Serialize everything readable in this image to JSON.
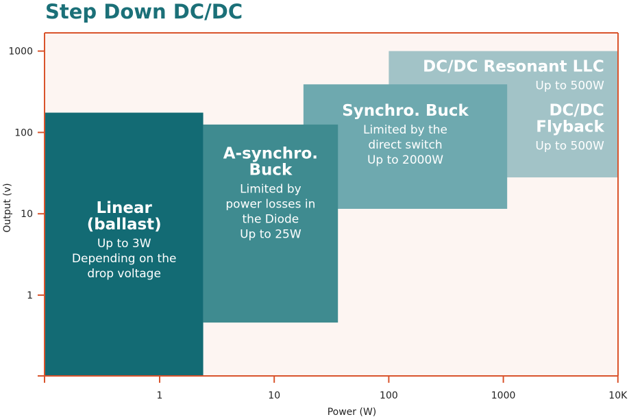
{
  "title": "Step Down DC/DC",
  "colors": {
    "background": "#fdf5f2",
    "axis": "#d9532b",
    "title": "#1b7078"
  },
  "chart_data": {
    "type": "diagram-regions",
    "xlabel": "Power (W)",
    "ylabel": "Output (v)",
    "xscale": "log",
    "yscale": "log",
    "xlim": [
      0.1,
      10000
    ],
    "ylim": [
      0.1,
      1500
    ],
    "x_ticks": [
      {
        "value": 1,
        "label": "1"
      },
      {
        "value": 10,
        "label": "10"
      },
      {
        "value": 100,
        "label": "100"
      },
      {
        "value": 1000,
        "label": "1000"
      },
      {
        "value": 10000,
        "label": "10K"
      }
    ],
    "y_ticks": [
      {
        "value": 1,
        "label": "1"
      },
      {
        "value": 10,
        "label": "10"
      },
      {
        "value": 100,
        "label": "100"
      },
      {
        "value": 1000,
        "label": "1000"
      }
    ],
    "regions": [
      {
        "name": "dcdc-resonant-llc",
        "color": "#a2c3c7",
        "x": [
          100,
          10000
        ],
        "y": [
          28,
          1000
        ],
        "align": "right",
        "blocks": [
          {
            "title": [
              "DC/DC Resonant LLC"
            ],
            "text": [
              "Up to 500W"
            ]
          },
          {
            "title": [
              "DC/DC",
              "Flyback"
            ],
            "text": [
              "Up to 500W"
            ]
          }
        ]
      },
      {
        "name": "synchro-buck",
        "color": "#6ea9af",
        "x": [
          18,
          1080
        ],
        "y": [
          11.5,
          390
        ],
        "align": "center",
        "blocks": [
          {
            "title": [
              "Synchro. Buck"
            ],
            "text": [
              "Limited by the",
              "direct switch",
              "Up to 2000W"
            ]
          }
        ]
      },
      {
        "name": "a-synchro-buck",
        "color": "#3f8b90",
        "x": [
          2.4,
          36
        ],
        "y": [
          0.46,
          125
        ],
        "align": "center",
        "blocks": [
          {
            "title": [
              "A-synchro.",
              "Buck"
            ],
            "text": [
              "Limited by",
              "power losses in",
              "the Diode",
              "Up to 25W"
            ]
          }
        ]
      },
      {
        "name": "linear-ballast",
        "color": "#136b74",
        "x": [
          0.1,
          2.4
        ],
        "y": [
          0.1,
          175
        ],
        "align": "center",
        "blocks": [
          {
            "title": [
              "Linear",
              "(ballast)"
            ],
            "text": [
              "Up to 3W",
              "Depending on the",
              "drop voltage"
            ]
          }
        ]
      }
    ]
  }
}
